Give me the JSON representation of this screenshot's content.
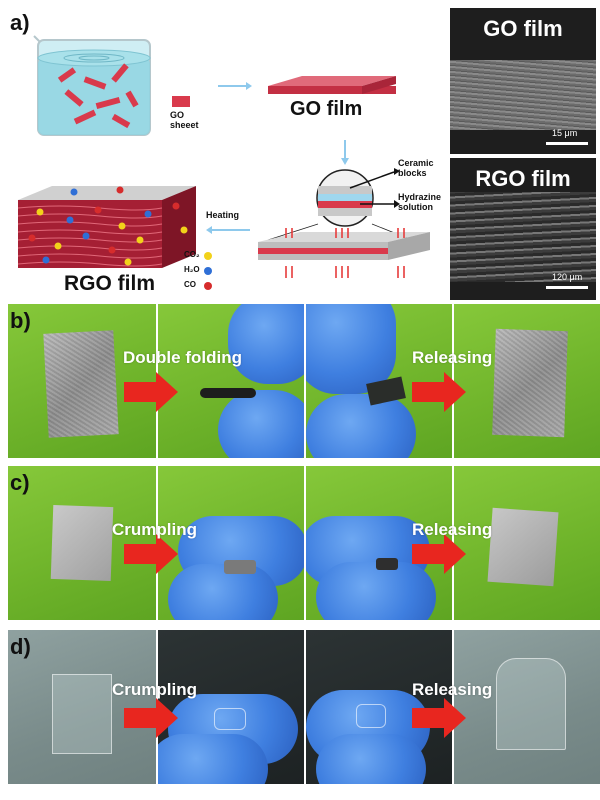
{
  "panel_a": {
    "label": "a)",
    "go_sheet_label": "GO\nsheeet",
    "go_film_label": "GO film",
    "ceramic_label": "Ceramic\nblocks",
    "hydrazine_label": "Hydrazine\nsolution",
    "heating_label": "Heating",
    "rgo_film_label": "RGO film",
    "gas_legend": [
      "CO₂",
      "H₂O",
      "CO"
    ],
    "gas_colors": [
      "#f2d21a",
      "#2f6fd6",
      "#d62c2c"
    ],
    "sem_top_title": "GO film",
    "sem_top_scale": "15 μm",
    "sem_bottom_title": "RGO film",
    "sem_bottom_scale": "120 μm"
  },
  "panel_b": {
    "label": "b)",
    "action_label": "Double folding",
    "release_label": "Releasing"
  },
  "panel_c": {
    "label": "c)",
    "action_label": "Crumpling",
    "release_label": "Releasing"
  },
  "panel_d": {
    "label": "d)",
    "action_label": "Crumpling",
    "release_label": "Releasing"
  },
  "colors": {
    "arrow": "#e8261f",
    "film_red": "#d93a4c",
    "water": "#8fd3e0",
    "flow_arrow": "#8ec9ec"
  }
}
